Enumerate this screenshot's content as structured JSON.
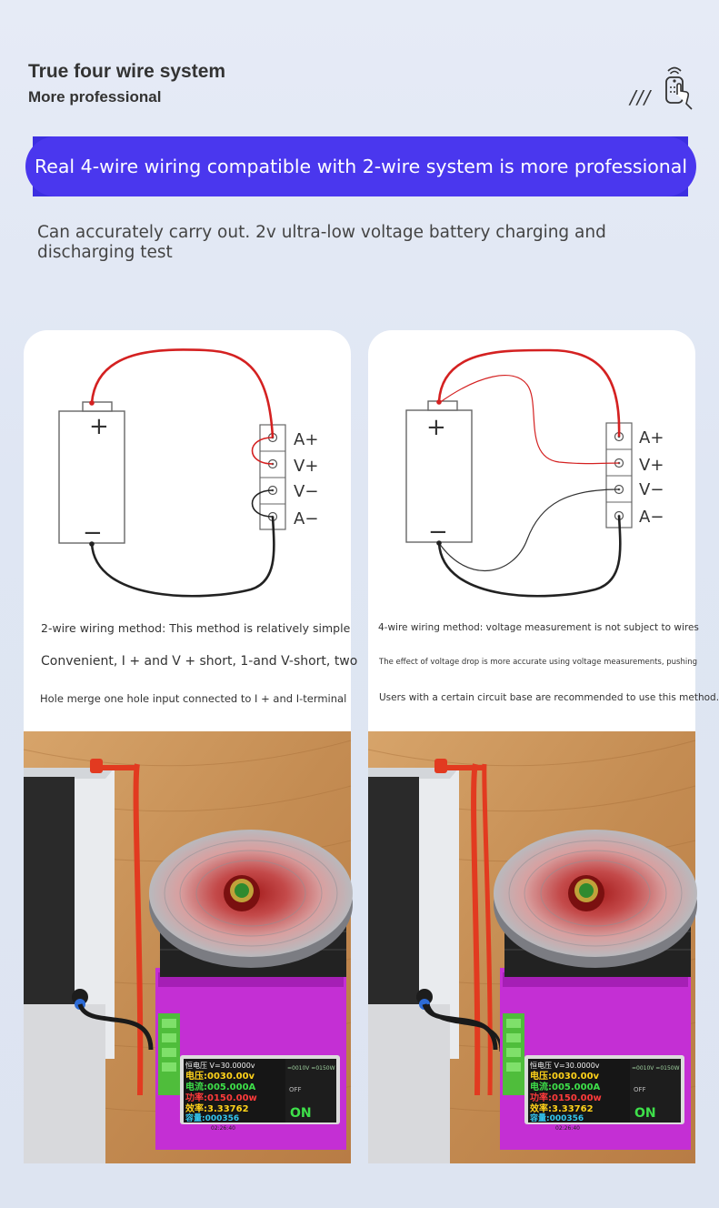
{
  "header": {
    "title": "True four wire system",
    "subtitle": "More professional",
    "decoration": "///",
    "icon": "remote-hand-icon"
  },
  "banner": {
    "text": "Real 4-wire wiring compatible with 2-wire system is more professional",
    "color": "#4a37ee"
  },
  "description": "Can accurately carry out. 2v ultra-low voltage battery charging and discharging test",
  "battery": {
    "plus": "+",
    "minus": "−"
  },
  "terminals": [
    "A+",
    "V+",
    "V−",
    "A−"
  ],
  "wire_colors": {
    "positive": "#d42121",
    "negative": "#222222"
  },
  "cards": [
    {
      "captions": [
        "2-wire wiring method: This method is relatively simple",
        "Convenient, I + and V + short, 1-and V-short, two",
        "Hole merge one hole input connected to I + and I-terminal"
      ]
    },
    {
      "captions": [
        "4-wire wiring method: voltage measurement is not subject to wires",
        "The effect of voltage drop is more accurate using voltage measurements, pushing",
        "Users with a certain circuit base are recommended to use this method."
      ]
    }
  ],
  "lcd": {
    "row1": "恒电压 V=30.0000v",
    "row2": "电压:0030.00v",
    "row3": "电流:005.000A",
    "row4": "功率:0150.00w",
    "row5": "效率:3.33762",
    "row6": "容量:000356",
    "side1": "=0010V =0150W",
    "side2": "OFF",
    "status": "ON",
    "time": "02:26:40"
  }
}
